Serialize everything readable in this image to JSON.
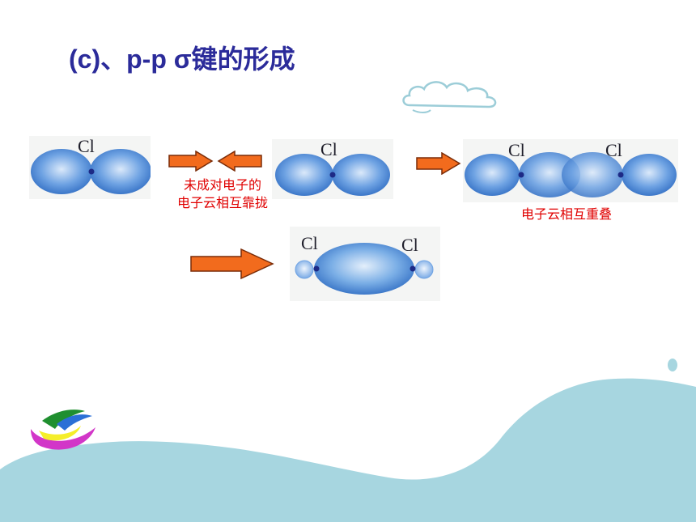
{
  "slide": {
    "title": "(c)、p-p  σ键的形成",
    "caption_approach": [
      "未成对电子的",
      "电子云相互靠拢"
    ],
    "caption_overlap": "电子云相互重叠"
  },
  "atom_label": "Cl",
  "colors": {
    "title": "#2b2b9a",
    "caption": "#e00000",
    "arrow_fill": "#f26b1d",
    "arrow_stroke": "#7a2c08",
    "orbital": "#3f7fd2",
    "wave": "#a7d6e0"
  },
  "icons": [
    "cloud-icon",
    "right-arrow-icon",
    "left-arrow-icon",
    "swirl-logo-icon",
    "droplet-icon"
  ]
}
